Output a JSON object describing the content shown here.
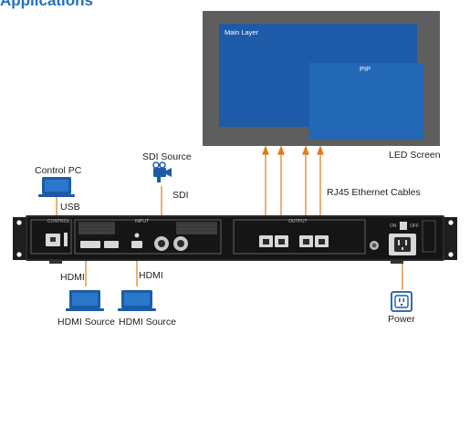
{
  "header": {
    "title": "Applications"
  },
  "screen": {
    "main_layer_label": "Main Layer",
    "pip_label": "PIP",
    "caption": "LED Screen",
    "colors": {
      "frame": "#5e5e5e",
      "main": "#1d5ba8",
      "pip": "#2368b4"
    }
  },
  "sources": {
    "control_pc": {
      "label": "Control PC",
      "link": "USB",
      "icon": "laptop-icon"
    },
    "sdi": {
      "label": "SDI Source",
      "link": "SDI",
      "icon": "video-camera-icon"
    },
    "hdmi_1": {
      "label": "HDMI Source",
      "link": "HDMI",
      "icon": "laptop-icon"
    },
    "hdmi_2": {
      "label": "HDMI Source",
      "link": "HDMI",
      "icon": "laptop-icon"
    }
  },
  "device": {
    "cables_label": "RJ45 Ethernet Cables",
    "panel_control": "CONTROL",
    "panel_input": "INPUT",
    "panel_output": "OUTPUT",
    "power_label": "Power",
    "switch_on": "ON",
    "switch_off": "OFF",
    "cable_color": "#e07b1a"
  }
}
